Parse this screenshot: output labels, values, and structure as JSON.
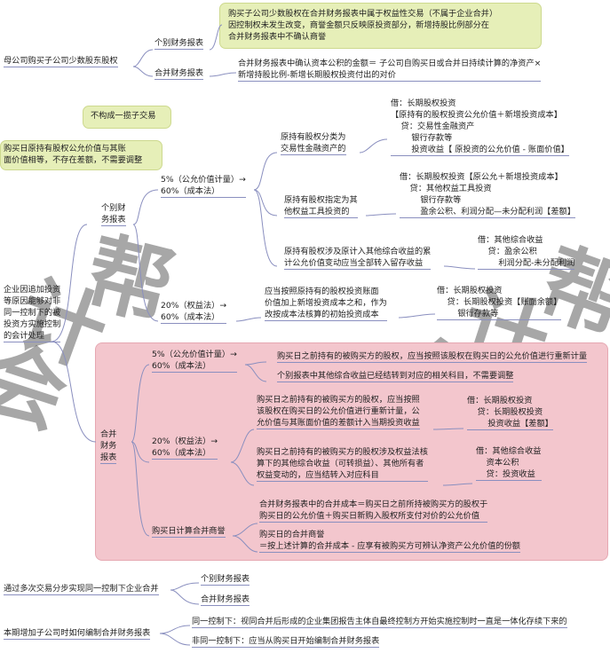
{
  "watermark": [
    "会",
    "计",
    "帮",
    "会",
    "计",
    "帮"
  ],
  "s1": {
    "root": "母公司购买子公司少数股东股权",
    "individual": "个别财务报表",
    "consolidated": "合并财务报表",
    "note_top": "购买子公司少数股权在合并财务报表中属于权益性交易（不属于企业合并）\n因控制权未发生改变，商誉金额只反映原投资部分，新增持股比例部分在\n合并财务报表中不确认商誉",
    "note_cons": "合并财务报表中确认资本公积的金额＝ 子公司自购买日或合并日持续计算的净资产×\n新增持股比例-新增长期股权投资付出的对价"
  },
  "s2": {
    "tag": "不构成一揽子交易",
    "note_green": "购买日原持有股权公允价值与其账\n面价值相等，不存在差额，不需要调整",
    "root": "企业因追加投资\n等原因能够对非\n同一控制下的被\n投资方实施控制\n的会计处理",
    "individual": "个别财\n务报表",
    "ind_a": "5%（公允价值计量）→\n60%（成本法）",
    "ind_a1": "原持有股权分类为\n交易性金融资产的",
    "ind_a1_entry": "借：长期股权投资\n【原持有的股权投资公允价值＋新增投资成本】\n    贷：交易性金融资产\n        银行存款等\n        投资收益【 原投资的公允价值 - 账面价值】",
    "ind_a2": "原持有股权指定为其\n他权益工具投资的",
    "ind_a2_entry": "借：长期股权投资【原公允＋新增投资成本】\n    贷：其他权益工具投资\n        银行存款等\n        盈余公积、利润分配—未分配利润【差额】",
    "ind_a3": "原持有股权涉及原计入其他综合收益的累\n计公允价值变动应当全部转入留存收益",
    "ind_a3_entry": "借：其他综合收益\n    贷：盈余公积\n        利润分配-未分配利润",
    "ind_b": "20%（权益法）→\n60%（成本法）",
    "ind_b1": "应当按照原持有的股权投资账面\n价值加上新增投资成本之和，作为\n改按成本法核算的初始投资成本",
    "ind_b1_entry": "借：长期股权投资\n    贷：长期股权投资【账面余额】\n        银行存款等",
    "consolidated": "合并\n财务\n报表",
    "con_a": "5%（公允价值计量）→\n60%（成本法）",
    "con_a1": "购买日之前持有的被购买方的股权，应当按照该股权在购买日的公允价值进行重新计量",
    "con_a2": "个别报表中其他综合收益已经结转到对应的相关科目，不需要调整",
    "con_b": "20%（权益法）→\n60%（成本法）",
    "con_b1": "购买日之前持有的被购买方的股权，应当按照\n该股权在购买日的公允价值进行重新计量，公\n允价值与其账面价值的差额计入当期投资收益",
    "con_b1_entry": "借：长期股权投资\n    贷：长期股权投资\n        投资收益【差额】",
    "con_b2": "购买日之前持有的被购买方的股权涉及权益法核\n算下的其他综合收益（可转损益）、其他所有者\n权益变动的，应当结转入对应科目",
    "con_b2_entry": "借：其他综合收益\n    资本公积\n    贷：投资收益",
    "con_c": "购买日计算合并商誉",
    "con_c1": "合并财务报表中的合并成本＝购买日之前所持被购买方的股权于\n购买日的公允价值＋购买日新购入股权所支付对价的公允价值",
    "con_c2": "购买日的合并商誉\n＝按上述计算的合并成本 - 应享有被购买方可辨认净资产公允价值的份额"
  },
  "s3": {
    "root": "通过多次交易分步实现同一控制下企业合并",
    "individual": "个别财务报表",
    "consolidated": "合并财务报表"
  },
  "s4": {
    "root": "本期增加子公司时如何编制合并财务报表",
    "same": "同一控制下：视同合并后形成的企业集团报告主体自最终控制方开始实施控制时一直是一体化存续下来的",
    "nonsame": "非同一控制下：应当从购买日开始编制合并财务报表"
  }
}
